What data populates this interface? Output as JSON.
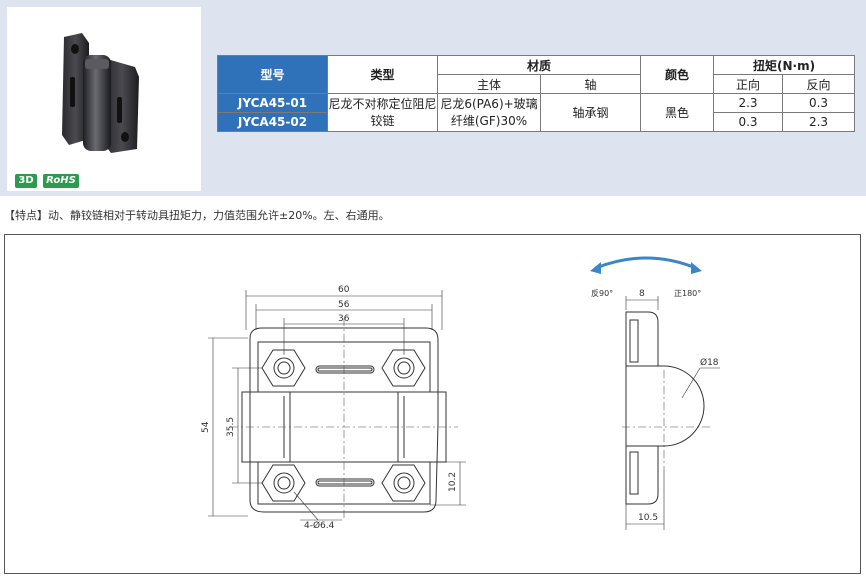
{
  "badges": {
    "three_d": "3D",
    "rohs": "RoHS"
  },
  "table": {
    "headers": {
      "model": "型号",
      "type": "类型",
      "material": "材质",
      "body": "主体",
      "shaft": "轴",
      "color": "颜色",
      "torque": "扭矩(N·m)",
      "forward": "正向",
      "reverse": "反向"
    },
    "type_value": "尼龙不对称定位阻尼铰链",
    "body_material": "尼龙6(PA6)+玻璃纤维(GF)30%",
    "shaft_material": "轴承钢",
    "color_value": "黑色",
    "rows": [
      {
        "model": "JYCA45-01",
        "forward": "2.3",
        "reverse": "0.3"
      },
      {
        "model": "JYCA45-02",
        "forward": "0.3",
        "reverse": "2.3"
      }
    ]
  },
  "feature_text": "【特点】动、静铰链相对于转动具扭矩力，力值范围允许±20%。左、右通用。",
  "drawing": {
    "dims": {
      "w60": "60",
      "w56": "56",
      "w36": "36",
      "h54": "54",
      "h35_5": "35.5",
      "h10_2": "10.2",
      "holes": "4-Ø6.4",
      "reverse_angle": "反90°",
      "forward_angle": "正180°",
      "thickness": "8",
      "diameter": "Ø18",
      "depth": "10.5"
    },
    "colors": {
      "arrow": "#3a86c8",
      "line": "#333333",
      "center": "#555555"
    }
  }
}
